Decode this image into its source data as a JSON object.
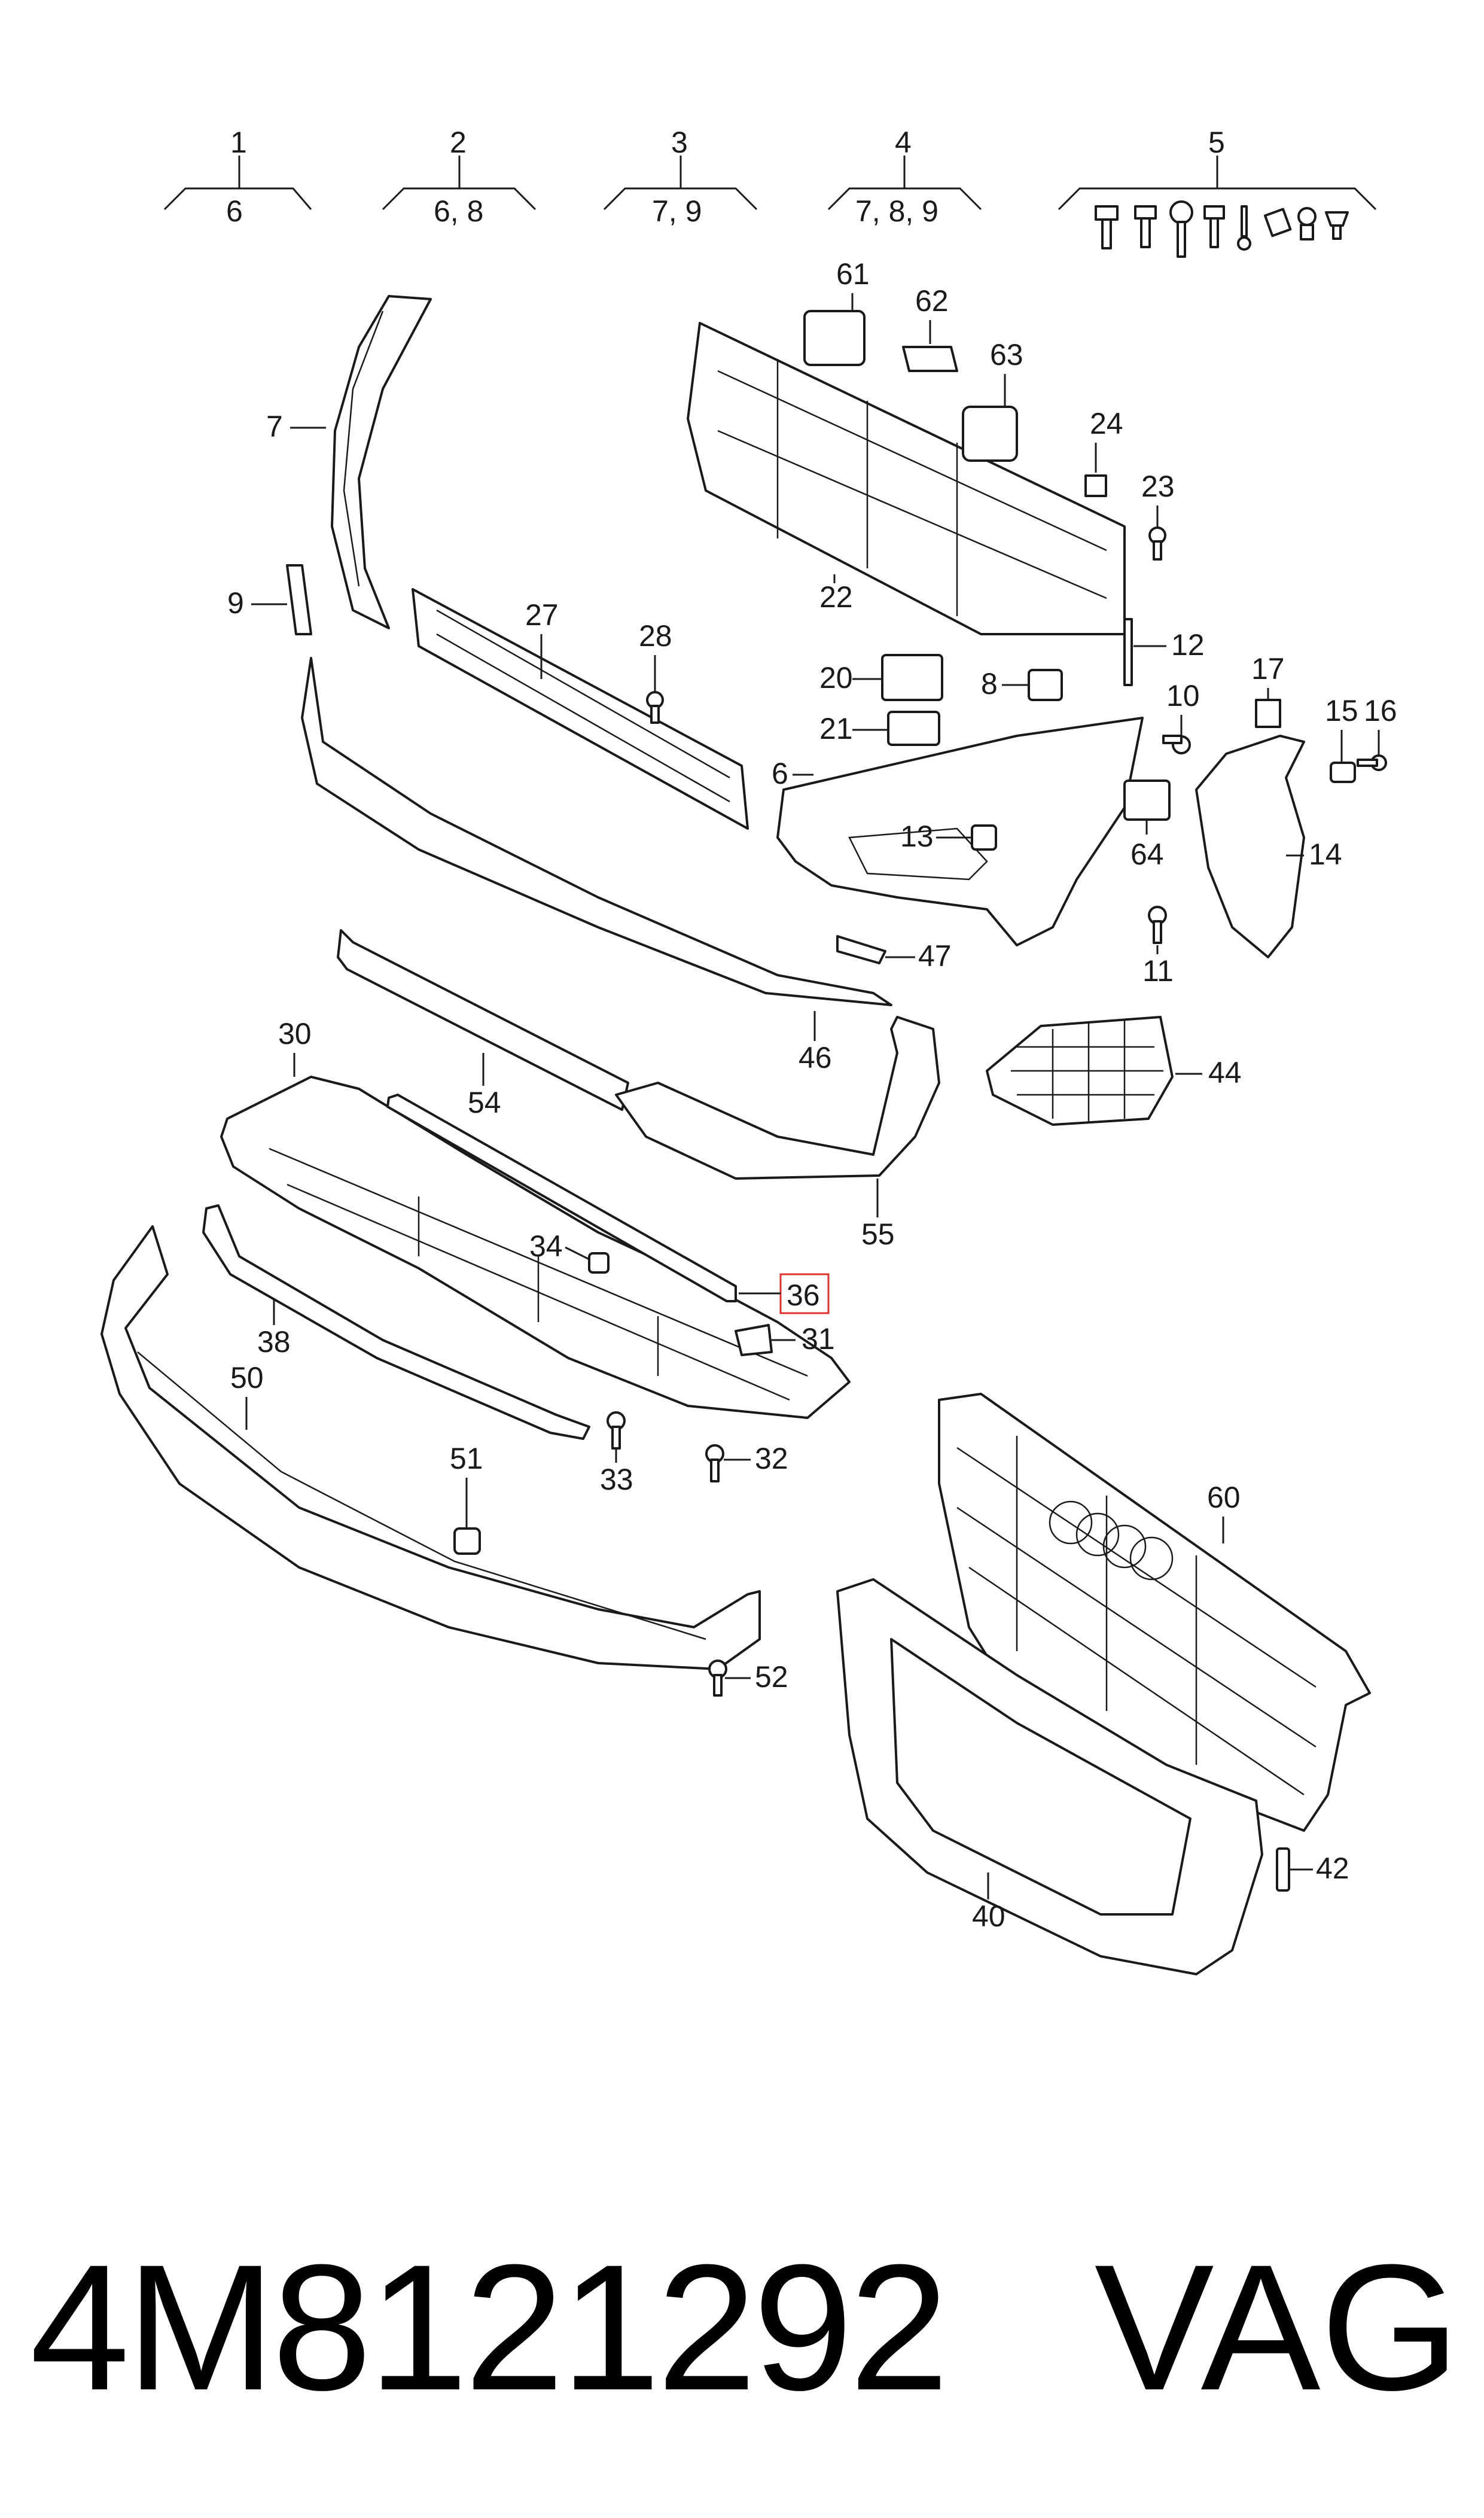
{
  "header_groups": [
    {
      "top": "1",
      "bottom": "6"
    },
    {
      "top": "2",
      "bottom": "6, 8"
    },
    {
      "top": "3",
      "bottom": "7, 9"
    },
    {
      "top": "4",
      "bottom": "7, 8, 9"
    },
    {
      "top": "5",
      "bottom": ""
    }
  ],
  "callouts": [
    "7",
    "9",
    "27",
    "28",
    "61",
    "62",
    "63",
    "24",
    "23",
    "22",
    "12",
    "20",
    "21",
    "8",
    "10",
    "17",
    "15",
    "16",
    "6",
    "13",
    "64",
    "14",
    "11",
    "47",
    "46",
    "44",
    "30",
    "54",
    "55",
    "34",
    "36",
    "31",
    "38",
    "50",
    "33",
    "32",
    "51",
    "60",
    "52",
    "42",
    "40"
  ],
  "highlighted_callout": "36",
  "highlight_color": "#e03030",
  "footer": {
    "part_number": "4M8121292",
    "brand": "VAG"
  }
}
